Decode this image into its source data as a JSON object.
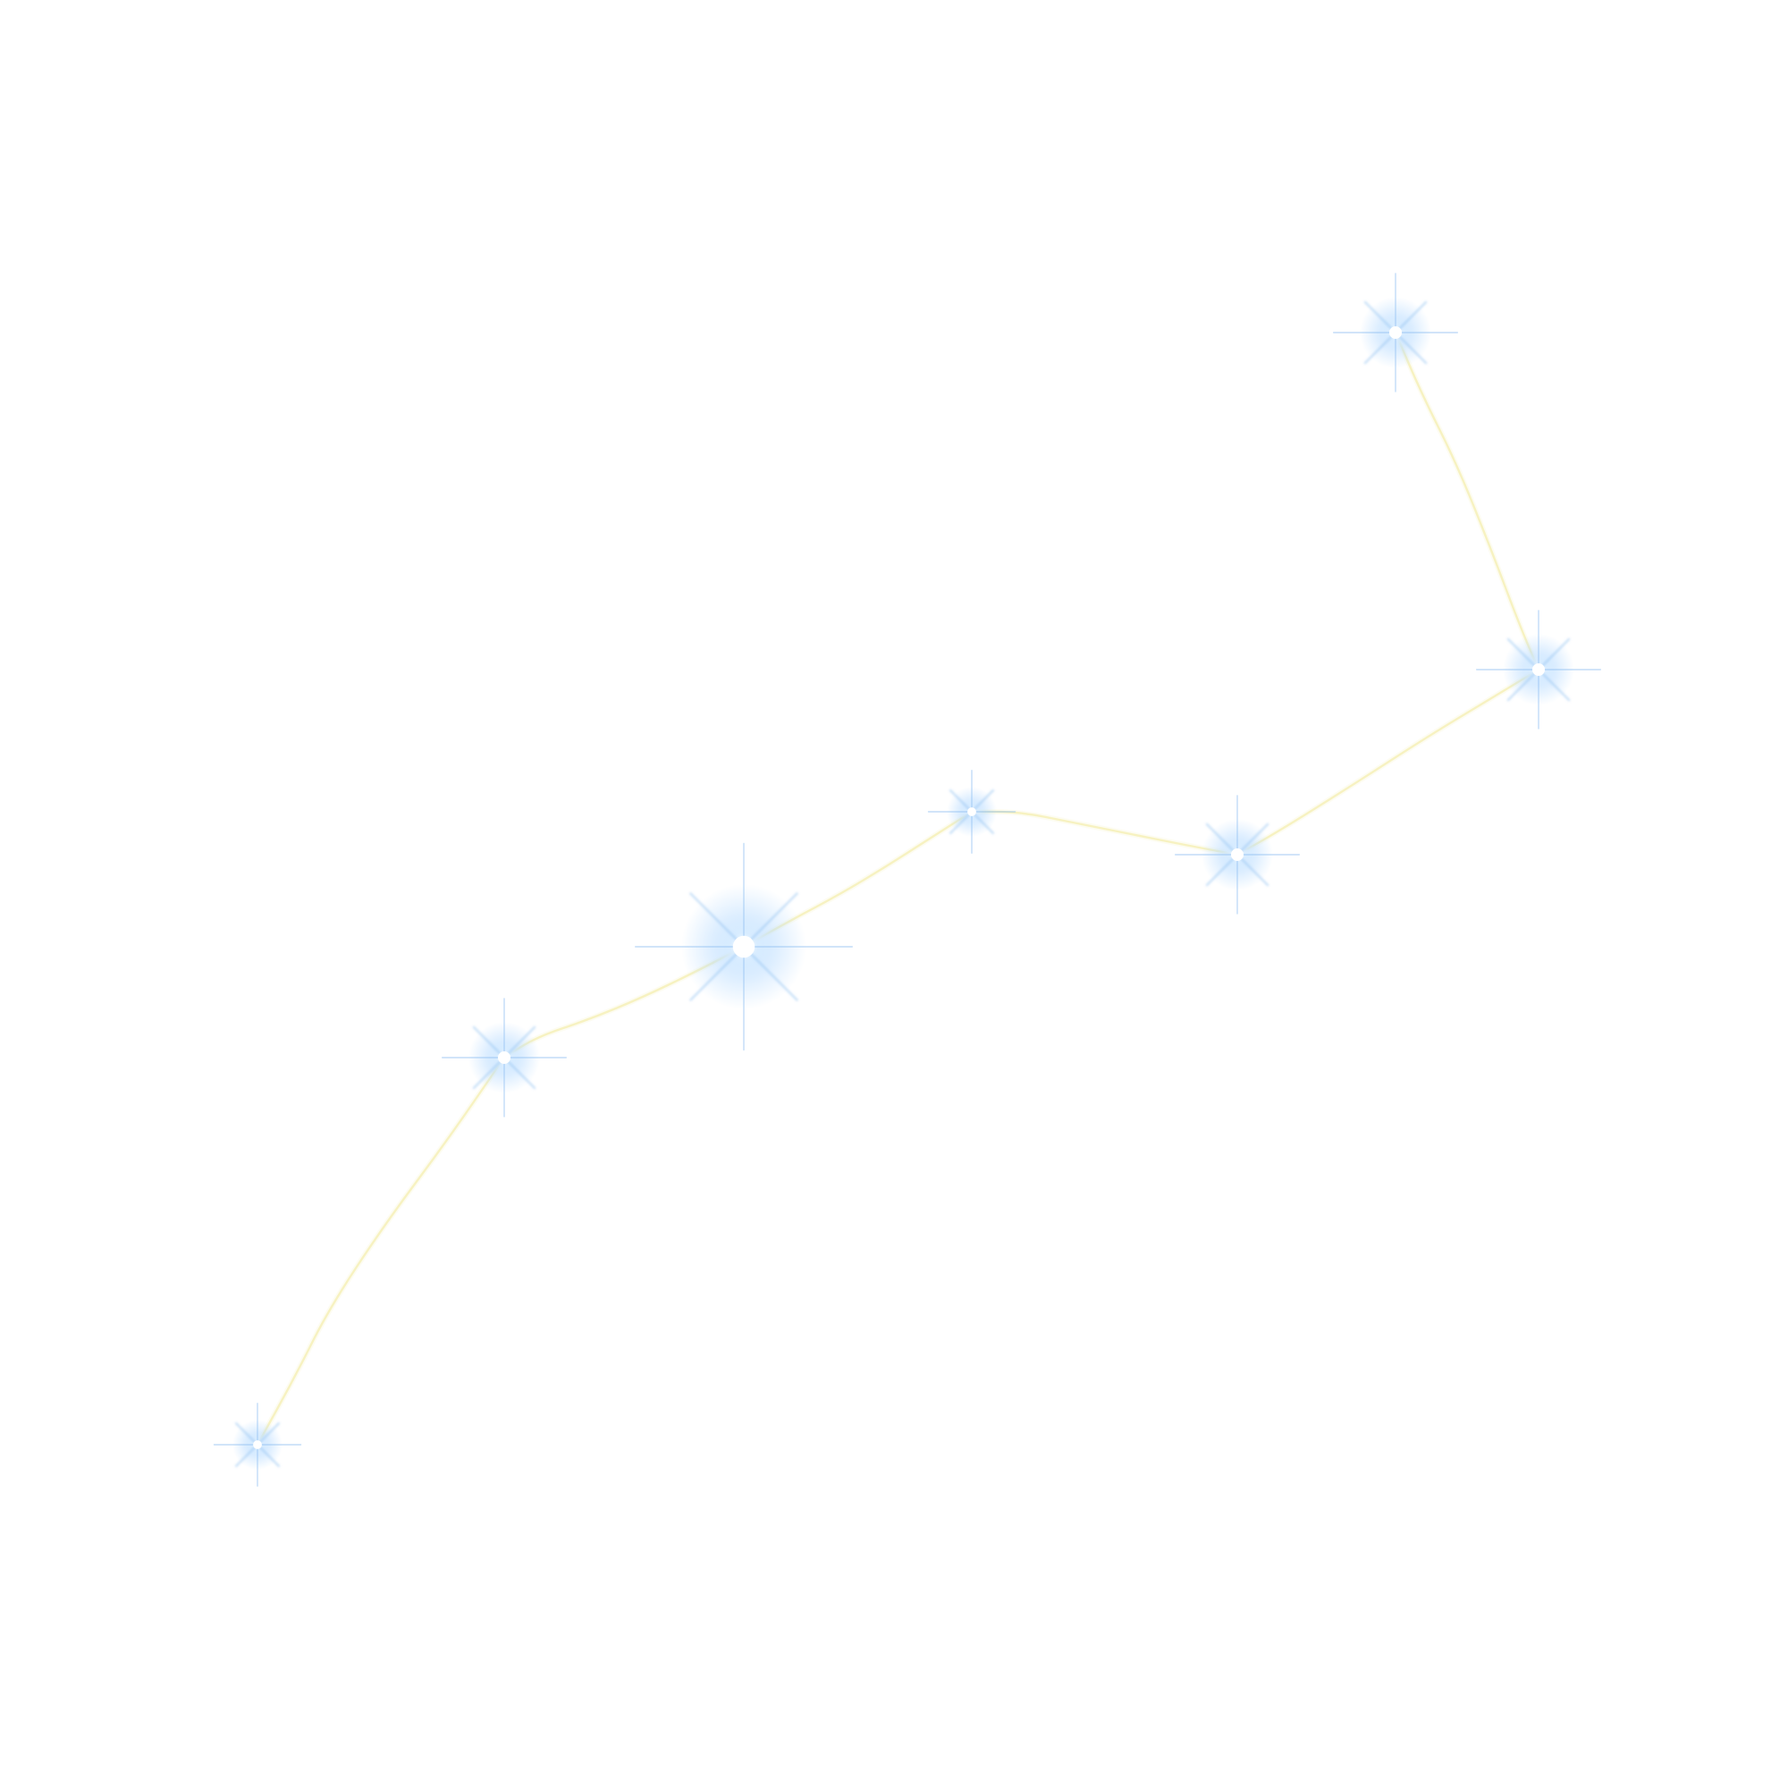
{
  "artwork": {
    "subject": "constellation-of-seven-stars",
    "star_count": 7,
    "colors": {
      "background": "#ffffff",
      "star_core": "#ffffff",
      "star_glow": "#b9dcff",
      "star_rays": "#8fbff0",
      "connecting_line": "#f4efb0"
    },
    "stars": [
      {
        "name": "star-1",
        "magnitude": "small",
        "rays": 8
      },
      {
        "name": "star-2",
        "magnitude": "medium",
        "rays": 8
      },
      {
        "name": "star-3",
        "magnitude": "large",
        "rays": 8
      },
      {
        "name": "star-4",
        "magnitude": "small",
        "rays": 8
      },
      {
        "name": "star-5",
        "magnitude": "medium",
        "rays": 8
      },
      {
        "name": "star-6",
        "magnitude": "medium",
        "rays": 8
      },
      {
        "name": "star-7",
        "magnitude": "medium",
        "rays": 8
      }
    ],
    "links": [
      [
        "star-1",
        "star-2"
      ],
      [
        "star-2",
        "star-3"
      ],
      [
        "star-3",
        "star-4"
      ],
      [
        "star-4",
        "star-5"
      ],
      [
        "star-5",
        "star-6"
      ],
      [
        "star-6",
        "star-7"
      ]
    ]
  }
}
